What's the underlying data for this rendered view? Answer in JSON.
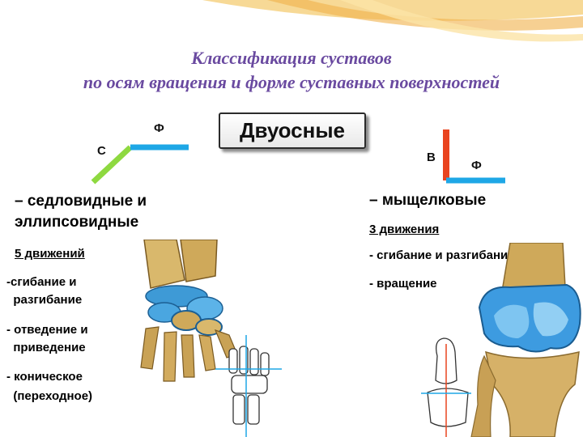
{
  "title": {
    "line1": "Классификация суставов",
    "line2": "по осям вращения и форме суставных поверхностей"
  },
  "badge": "Двуосные",
  "left": {
    "axis_labels": {
      "a": "С",
      "b": "Ф"
    },
    "heading_line1": "– седловидные и",
    "heading_line2": "эллипсовидные",
    "movements_count": "5 движений",
    "items": [
      "-сгибание и",
      "  разгибание",
      "- отведение и",
      "  приведение",
      "- коническое",
      "  (переходное)"
    ]
  },
  "right": {
    "axis_labels": {
      "a": "В",
      "b": "Ф"
    },
    "heading": "– мыщелковые",
    "movements_count": "3 движения",
    "items": [
      "- сгибание и разгибание",
      "- вращение"
    ]
  },
  "colors": {
    "title": "#6a4aa0",
    "axis_frontal": "#1ea7e6",
    "axis_sagittal": "#8ed940",
    "axis_vertical": "#e9441f"
  },
  "icons": [
    "wrist-joint-illustration",
    "knee-joint-illustration"
  ]
}
